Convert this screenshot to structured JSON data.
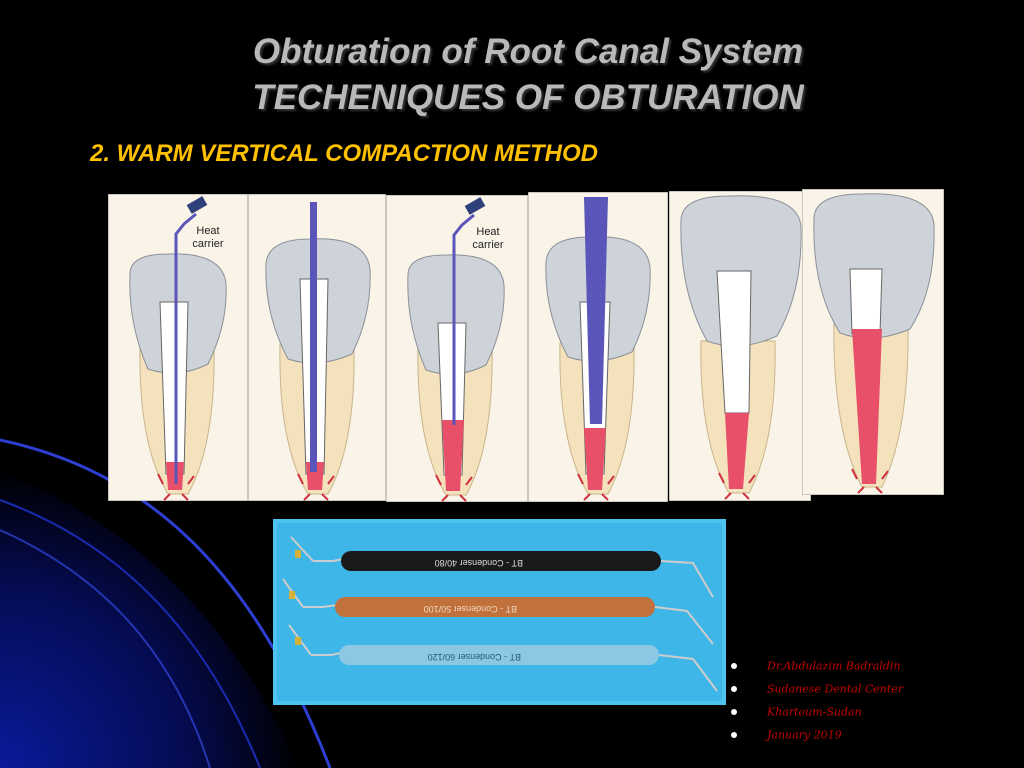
{
  "slide": {
    "title_line1": "Obturation of Root Canal System",
    "title_line2": "TECHENIQUES OF OBTURATION",
    "subtitle": "2. WARM VERTICAL COMPACTION  METHOD"
  },
  "figure": {
    "label_heat_1": "Heat",
    "label_carrier_1": "carrier",
    "label_heat_3": "Heat",
    "label_carrier_3": "carrier"
  },
  "instruments": [
    {
      "label": "BT - Condenser 40/80"
    },
    {
      "label": "BT - Condenser 50/100"
    },
    {
      "label": "BT - Condenser 60/120"
    }
  ],
  "credits": [
    "Dr.Abdulazim Badraldin",
    "Sudanese Dental Center",
    "Khartoum-Sudan",
    "January 2019"
  ],
  "colors": {
    "title": "#b9b9b9",
    "subtitle": "#ffc000",
    "credits": "#c00000",
    "instrument_bg": "#4ec3ef"
  }
}
